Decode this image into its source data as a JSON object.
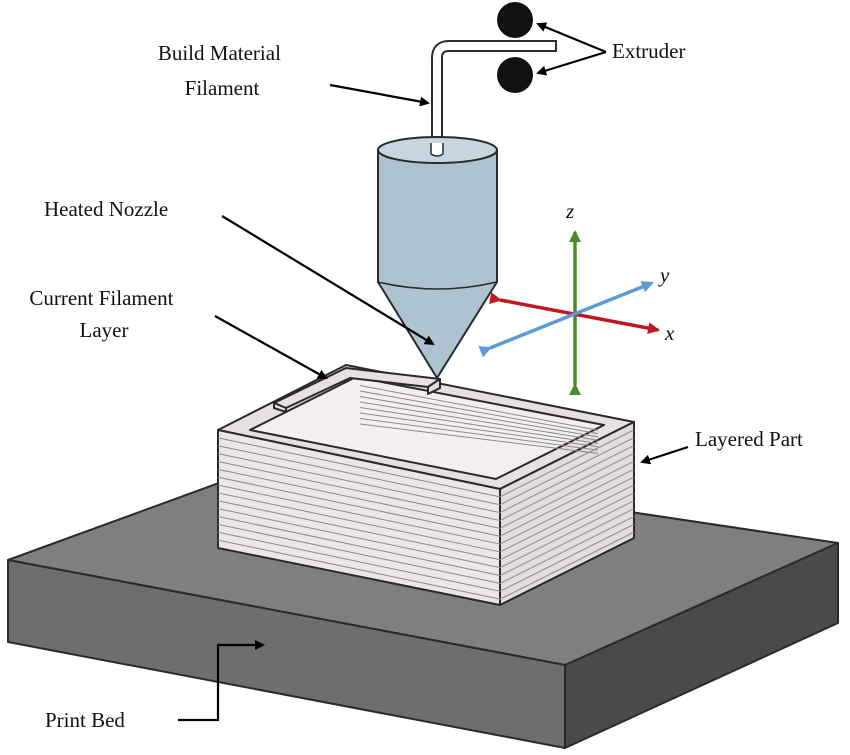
{
  "labels": {
    "build_material": [
      "Build Material",
      "Filament"
    ],
    "extruder": "Extruder",
    "heated_nozzle": "Heated Nozzle",
    "current_layer": [
      "Current Filament",
      "Layer"
    ],
    "layered_part": "Layered Part",
    "print_bed": "Print Bed"
  },
  "axes": {
    "z": "z",
    "y": "y",
    "x": "x"
  },
  "colors": {
    "bed_top": "#7f7f7f",
    "bed_front": "#6e6e6e",
    "bed_side": "#4a4a4a",
    "part_top": "#e6dfe3",
    "part_front": "#ece6e9",
    "part_side": "#e2dbdf",
    "part_inner": "#f3eff1",
    "nozzle": "#adc3d0",
    "nozzle_top": "#c6d6df",
    "filament": "#ffffff",
    "roller": "#111111",
    "axis_z": "#4a8a2e",
    "axis_x": "#c0181e",
    "axis_y": "#5b9bd5"
  }
}
